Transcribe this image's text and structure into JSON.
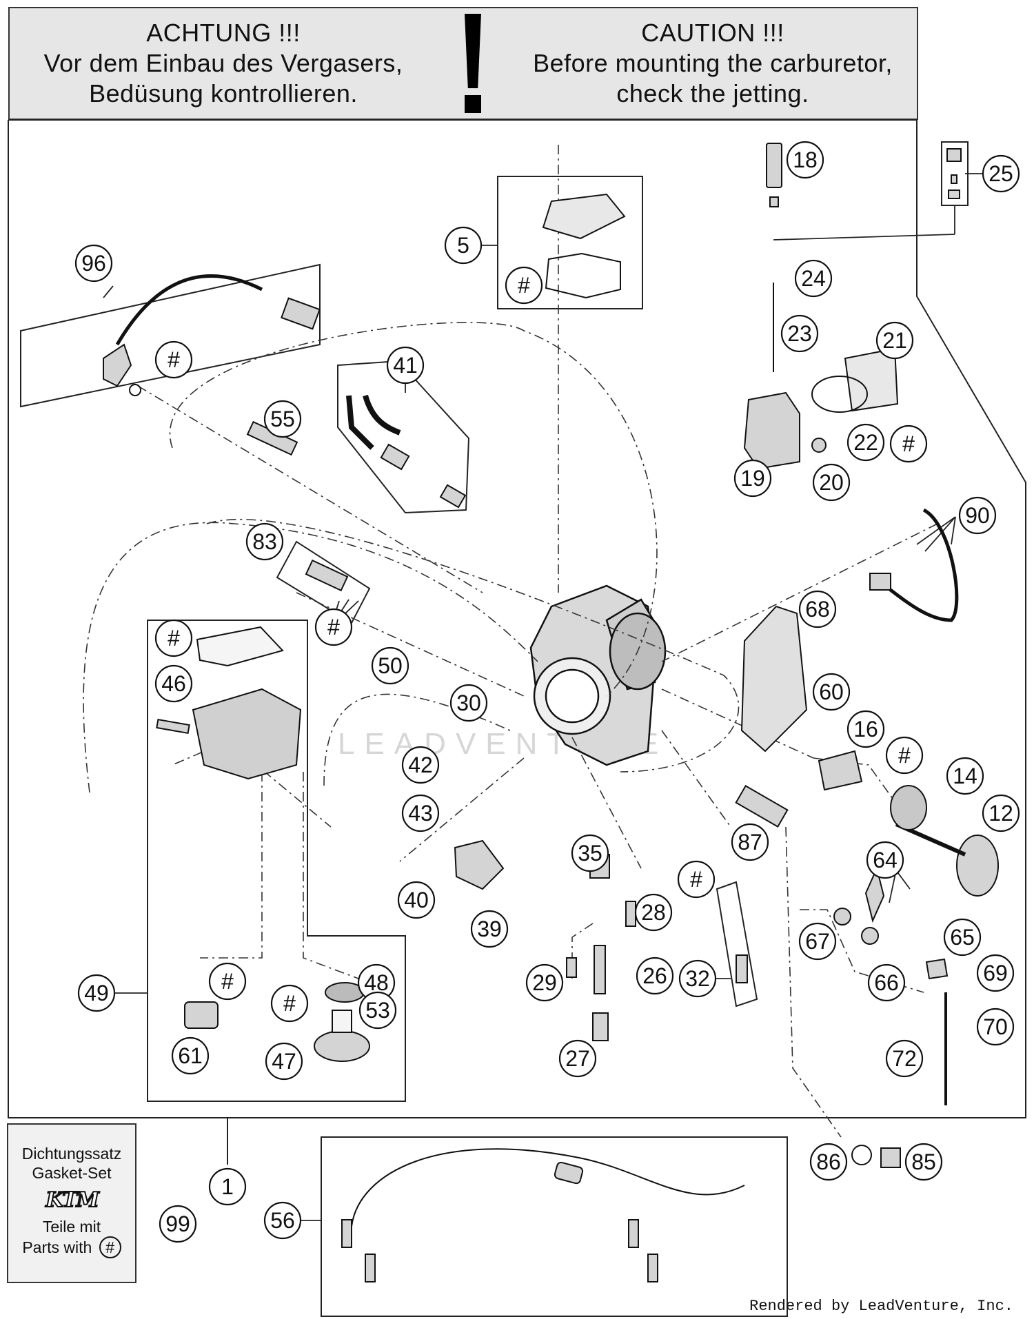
{
  "banner": {
    "german": [
      "ACHTUNG !!!",
      "Vor dem Einbau des Vergasers,",
      "Bedüsung kontrollieren."
    ],
    "english": [
      "CAUTION !!!",
      "Before mounting the carburetor,",
      "check the jetting."
    ]
  },
  "gasket_kit": {
    "line1": "Dichtungssatz",
    "line2": "Gasket-Set",
    "logo": "KTM",
    "line3": "Teile mit",
    "line4": "Parts with",
    "marker": "#"
  },
  "watermark": "LEADVENTURE",
  "credit": "Rendered by LeadVenture, Inc.",
  "part_callouts": [
    "1",
    "5",
    "12",
    "14",
    "16",
    "18",
    "19",
    "20",
    "21",
    "22",
    "23",
    "24",
    "25",
    "26",
    "27",
    "28",
    "29",
    "30",
    "32",
    "35",
    "39",
    "40",
    "41",
    "42",
    "43",
    "46",
    "47",
    "48",
    "49",
    "50",
    "53",
    "55",
    "56",
    "60",
    "61",
    "64",
    "65",
    "66",
    "67",
    "68",
    "69",
    "70",
    "72",
    "83",
    "85",
    "86",
    "87",
    "90",
    "96",
    "99",
    "#"
  ]
}
